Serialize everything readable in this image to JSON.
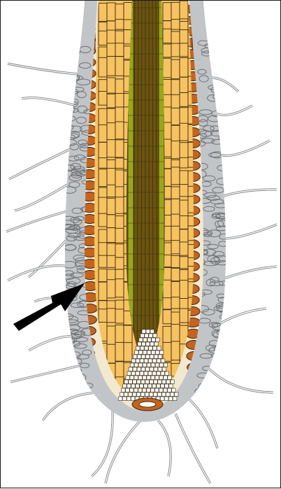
{
  "figure": {
    "subject": "root-tip",
    "regions": [
      {
        "key": "root_hairs",
        "color": "#c2c5c8"
      },
      {
        "key": "epidermis",
        "color": "#c4641e"
      },
      {
        "key": "cortex",
        "color": "#f7c261"
      },
      {
        "key": "endodermis",
        "color": "#97a71b"
      },
      {
        "key": "vascular_cylinder",
        "color": "#6a5410"
      },
      {
        "key": "meristem",
        "color": "#ffffff"
      },
      {
        "key": "root_cap",
        "color": "#c4641e"
      }
    ],
    "colors": {
      "cell_wall": "#3a2a10",
      "outline": "#1a1a1a",
      "arrow": "#000000",
      "background": "#ffffff"
    },
    "pointer": {
      "icon": "arrow-icon",
      "color": "#000000"
    }
  }
}
